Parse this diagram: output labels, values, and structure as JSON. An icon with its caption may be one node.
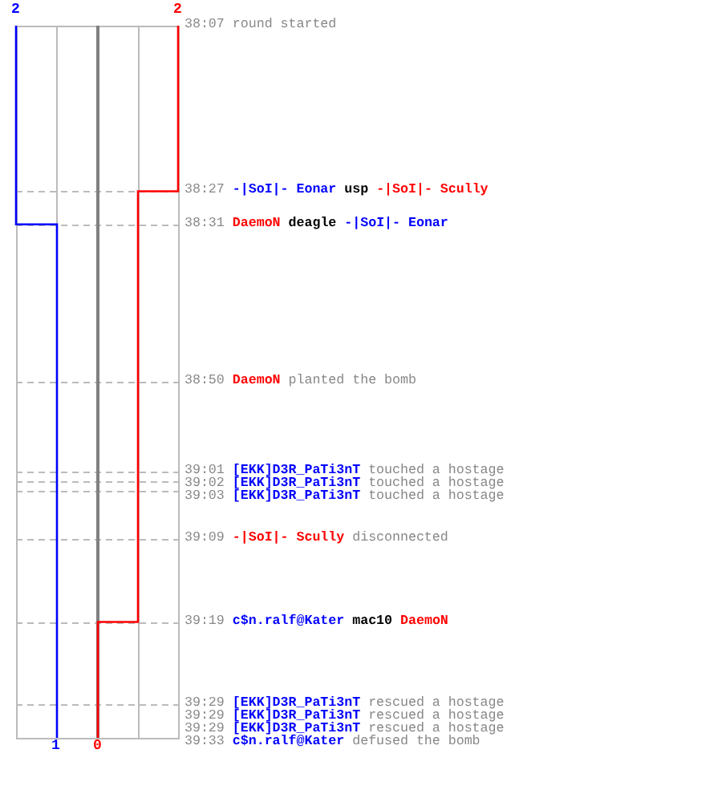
{
  "diagram": {
    "labels": [
      "2",
      "2",
      "38:07",
      "round started",
      "38:27",
      "-|SoI|- Eonar",
      "usp",
      "-|SoI|- Scully",
      "38:31",
      "DaemoN",
      "deagle",
      "-|SoI|- Eonar",
      "38:50",
      "DaemoN",
      "planted the bomb",
      "39:01",
      "[EKK]D3R_PaTi3nT",
      "touched a hostage",
      "39:02",
      "[EKK]D3R_PaTi3nT",
      "touched a hostage",
      "39:03",
      "[EKK]D3R_PaTi3nT",
      "touched a hostage",
      "39:09",
      "-|SoI|- Scully",
      "disconnected",
      "39:19",
      "c$n.ralf@Kater",
      "mac10",
      "DaemoN",
      "39:29",
      "[EKK]D3R_PaTi3nT",
      "rescued a hostage",
      "39:29",
      "[EKK]D3R_PaTi3nT",
      "rescued a hostage",
      "39:29",
      "[EKK]D3R_PaTi3nT",
      "rescued a hostage",
      "39:33",
      "c$n.ralf@Kater",
      "defused the bomb",
      "1",
      "0"
    ]
  }
}
